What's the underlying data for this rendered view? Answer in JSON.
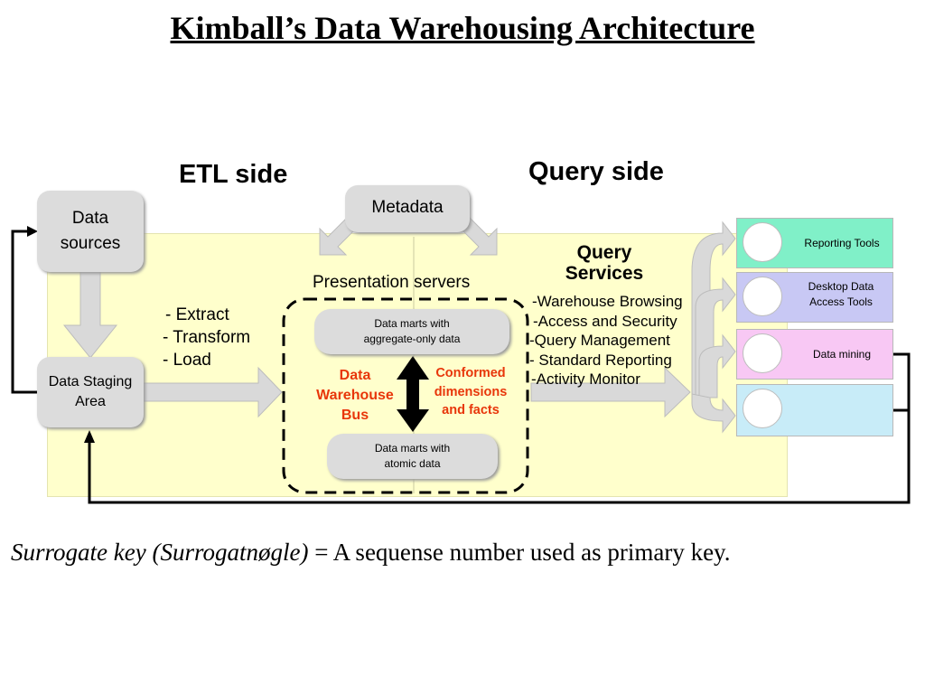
{
  "title": "Kimball’s Data Warehousing Architecture",
  "etl_heading": "ETL side",
  "query_heading": "Query side",
  "metadata": "Metadata",
  "data_sources": [
    "Data",
    "sources"
  ],
  "staging": [
    "Data Staging",
    "Area"
  ],
  "etl_steps": [
    "- Extract",
    "- Transform",
    "- Load"
  ],
  "presentation_label": "Presentation servers",
  "mart_aggregate": [
    "Data marts with",
    "aggregate-only data"
  ],
  "mart_atomic": [
    "Data marts with",
    "atomic data"
  ],
  "bus": [
    "Data",
    "Warehouse",
    "Bus"
  ],
  "conformed": [
    "Conformed",
    "dimensions",
    "and facts"
  ],
  "query_services": [
    "Query",
    "Services"
  ],
  "services": [
    "-Warehouse Browsing",
    "-Access and Security",
    "-Query Management",
    "- Standard Reporting",
    "-Activity Monitor"
  ],
  "tools": [
    {
      "lines": [
        "Reporting Tools"
      ],
      "color": "#80f0c8"
    },
    {
      "lines": [
        "Desktop Data",
        "Access Tools"
      ],
      "color": "#c8c8f4"
    },
    {
      "lines": [
        "Data mining"
      ],
      "color": "#f8c8f4"
    },
    {
      "lines": [],
      "color": "#c8ecf8"
    }
  ],
  "footer": {
    "italic": "Surrogate key (Surrogatnøgle)",
    "rest": " = A sequense number used as primary key."
  },
  "colors": {
    "background_panel": "#ffffcc",
    "box_grey": "#dcdcdc",
    "arrow_grey": "#d9d9d9",
    "orange_text": "#e8360a"
  }
}
